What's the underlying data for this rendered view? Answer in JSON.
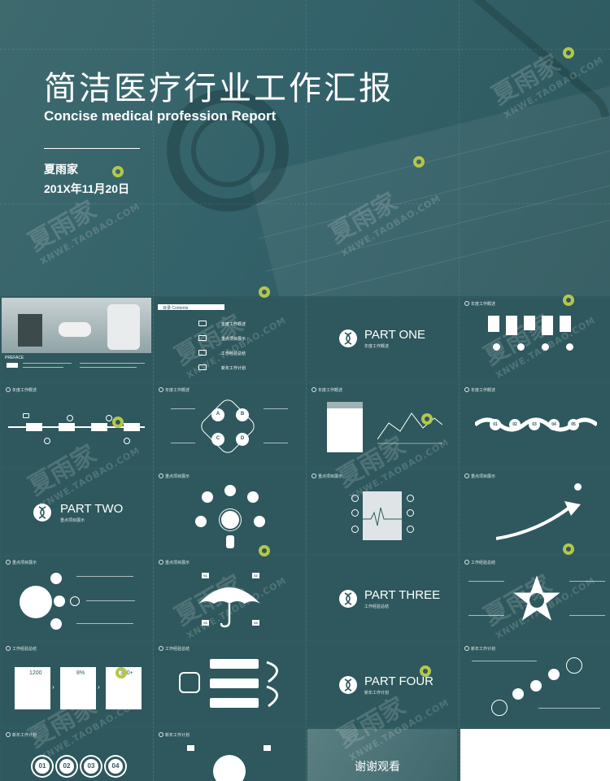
{
  "hero": {
    "title": "简洁医疗行业工作汇报",
    "subtitle": "Concise medical profession Report",
    "author": "夏雨家",
    "date": "201X年11月20日"
  },
  "watermark": {
    "brand": "夏雨家",
    "domain": "XNWE.TAOBAO.COM"
  },
  "slides": {
    "s1": {
      "preface": "PREFACE"
    },
    "s2": {
      "header": "目录 Contents",
      "items": [
        "年度工作概述",
        "重点项目展示",
        "工作经验总结",
        "新年工作计划"
      ]
    },
    "s3": {
      "part": "PART ONE",
      "sub": "年度工作概述"
    },
    "s4": {
      "header": "年度工作概述"
    },
    "s5": {
      "header": "年度工作概述"
    },
    "s6": {
      "header": "年度工作概述",
      "letters": [
        "A",
        "B",
        "C",
        "D"
      ]
    },
    "s7": {
      "header": "年度工作概述"
    },
    "s8": {
      "header": "年度工作概述",
      "nums": [
        "01",
        "02",
        "03",
        "04",
        "05"
      ]
    },
    "s9": {
      "part": "PART TWO",
      "sub": "重点项目展示"
    },
    "s10": {
      "header": "重点项目展示"
    },
    "s11": {
      "header": "重点项目展示"
    },
    "s12": {
      "header": "重点项目展示"
    },
    "s13": {
      "header": "重点项目展示"
    },
    "s14": {
      "header": "重点项目展示",
      "nums": [
        "01",
        "02",
        "03",
        "04"
      ]
    },
    "s15": {
      "part": "PART THREE",
      "sub": "工作经验总结"
    },
    "s16": {
      "header": "工作经验总结"
    },
    "s17": {
      "header": "工作经验总结",
      "stats": [
        "1200",
        "8%",
        "300+"
      ]
    },
    "s18": {
      "header": "工作经验总结"
    },
    "s19": {
      "part": "PART FOUR",
      "sub": "新年工作计划"
    },
    "s20": {
      "header": "新年工作计划"
    },
    "s21": {
      "header": "新年工作计划",
      "nums": [
        "01",
        "02",
        "03",
        "04"
      ]
    },
    "s22": {
      "header": "新年工作计划"
    },
    "s23": {
      "thanks": "谢谢观看"
    }
  },
  "colors": {
    "bg": "#2e585d",
    "hero": "#3e6a6e",
    "accent_watermark": "#b6c64a",
    "text": "#ffffff"
  }
}
